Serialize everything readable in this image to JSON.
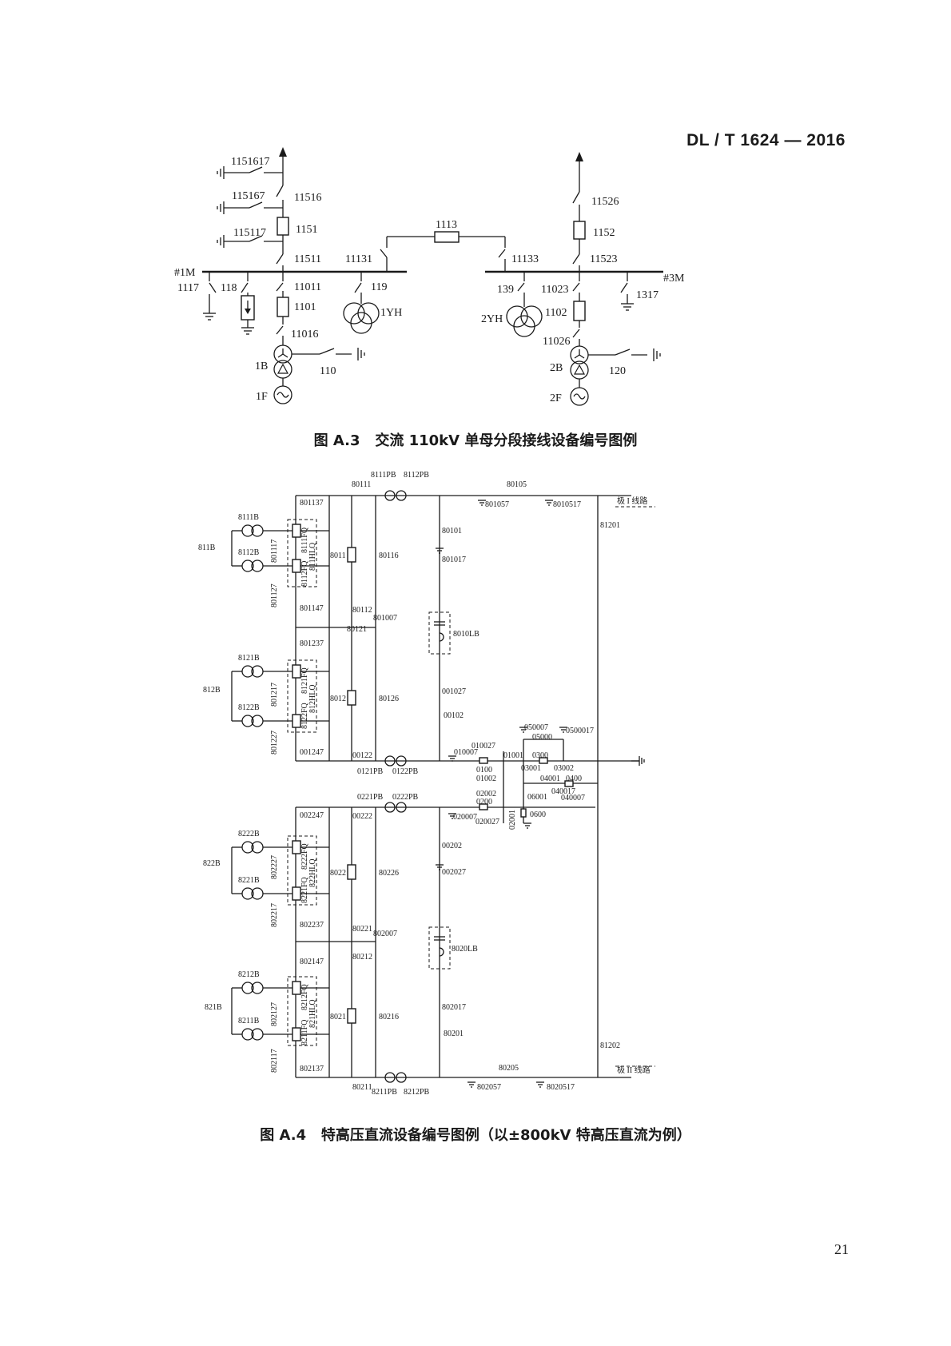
{
  "header": {
    "standard": "DL / T 1624 — 2016"
  },
  "page_number": "21",
  "figure_a3": {
    "caption": "图 A.3   交流 110kV 单母分段接线设备编号图例",
    "bus_1": "#1M",
    "bus_3": "#3M",
    "line_1": {
      "earth_top": "1151617",
      "earth_mid": "115167",
      "switch_top": "11516",
      "earth_low": "115117",
      "breaker": "1151",
      "switch_bus": "11511"
    },
    "line_2": {
      "switch_top": "11526",
      "breaker": "1152",
      "switch_bus": "11523"
    },
    "bus_tie": {
      "breaker": "1113",
      "switch_left": "11131",
      "switch_right": "11133"
    },
    "bus_1_items": {
      "earth_1": "1117",
      "arrester": "118",
      "pt_switch": "119",
      "pt": "1YH"
    },
    "unit_1": {
      "switch_bus": "11011",
      "breaker": "1101",
      "switch_tr": "11016",
      "transformer": "1B",
      "neutral": "110",
      "generator": "1F"
    },
    "bus_3_items": {
      "pt_switch": "139",
      "pt": "2YH",
      "earth_1": "1317"
    },
    "unit_2": {
      "switch_bus": "11023",
      "breaker": "1102",
      "switch_tr": "11026",
      "transformer": "2B",
      "neutral": "120",
      "generator": "2F"
    }
  },
  "figure_a4": {
    "caption": "图 A.4   特高压直流设备编号图例（以±800kV 特高压直流为例）",
    "pole_1_line": "极 I 线路",
    "pole_2_line": "极 II 线路",
    "valve_groups": [
      {
        "group": "811B",
        "tr_top": "8111B",
        "tr_bot": "8112B",
        "earth_a": "801117",
        "earth_b": "801127",
        "fq_top": "8111FQ",
        "fq_bot": "8112FQ",
        "hlq": "811HLQ",
        "earth_top": "801137",
        "earth_bot": "801147",
        "breaker": "8011",
        "switch_in": "80111",
        "switch_out": "80112",
        "bypass": "80116",
        "switch_mid": "80121"
      },
      {
        "group": "812B",
        "tr_top": "8121B",
        "tr_bot": "8122B",
        "earth_a": "801217",
        "earth_b": "801227",
        "fq_top": "8121FQ",
        "fq_bot": "8122FQ",
        "hlq": "812HLQ",
        "earth_top": "801237",
        "earth_bot": "001247",
        "breaker": "8012",
        "switch_out": "00122",
        "bypass": "80126"
      },
      {
        "group": "822B",
        "tr_top": "8222B",
        "tr_bot": "8221B",
        "earth_a": "802227",
        "earth_b": "802217",
        "fq_top": "8222FQ",
        "fq_bot": "8221FQ",
        "hlq": "822HLQ",
        "earth_top": "002247",
        "earth_bot": "802237",
        "breaker": "8022",
        "switch_in": "00222",
        "switch_out": "80221",
        "bypass": "80226"
      },
      {
        "group": "821B",
        "tr_top": "8212B",
        "tr_bot": "8211B",
        "earth_a": "802127",
        "earth_b": "802117",
        "fq_top": "8212FQ",
        "fq_bot": "8211FQ",
        "hlq": "821HLQ",
        "earth_top": "802147",
        "earth_bot": "802137",
        "breaker": "8021",
        "switch_in": "80212",
        "switch_out": "80211",
        "bypass": "80216"
      }
    ],
    "smoothing": {
      "pb_1": "8111PB",
      "pb_2": "8112PB",
      "pb_3": "0121PB",
      "pb_4": "0122PB",
      "pb_5": "0221PB",
      "pb_6": "0222PB",
      "pb_7": "8211PB",
      "pb_8": "8212PB"
    },
    "pole_1": {
      "line_switch": "80105",
      "earth_1": "801057",
      "earth_2": "8010517",
      "filter_sw": "80101",
      "filter_earth": "801017",
      "earth_mid": "801007",
      "filter": "8010LB",
      "nb_earth": "001027",
      "nb_switch": "00102",
      "line_sw2": "81201"
    },
    "pole_2": {
      "line_switch": "80205",
      "earth_1": "802057",
      "earth_2": "8020517",
      "filter_sw": "00202",
      "filter_earth": "002027",
      "earth_mid": "802007",
      "filter": "8020LB",
      "nb_earth": "802017",
      "nb_switch": "80201",
      "line_sw2": "81202"
    },
    "neutral": {
      "e1": "010027",
      "e2": "010007",
      "s1": "01001",
      "s2": "0100",
      "s3": "01002",
      "e3": "050007",
      "s4": "05000",
      "e4": "0500017",
      "s5": "0300",
      "s6": "03001",
      "s7": "03002",
      "s8": "04001",
      "s9": "0400",
      "e5": "040017",
      "e6": "040007",
      "s10": "02002",
      "s11": "0200",
      "e7": "020007",
      "e8": "020027",
      "s12": "02001",
      "s13": "0600",
      "s14": "06001"
    }
  }
}
